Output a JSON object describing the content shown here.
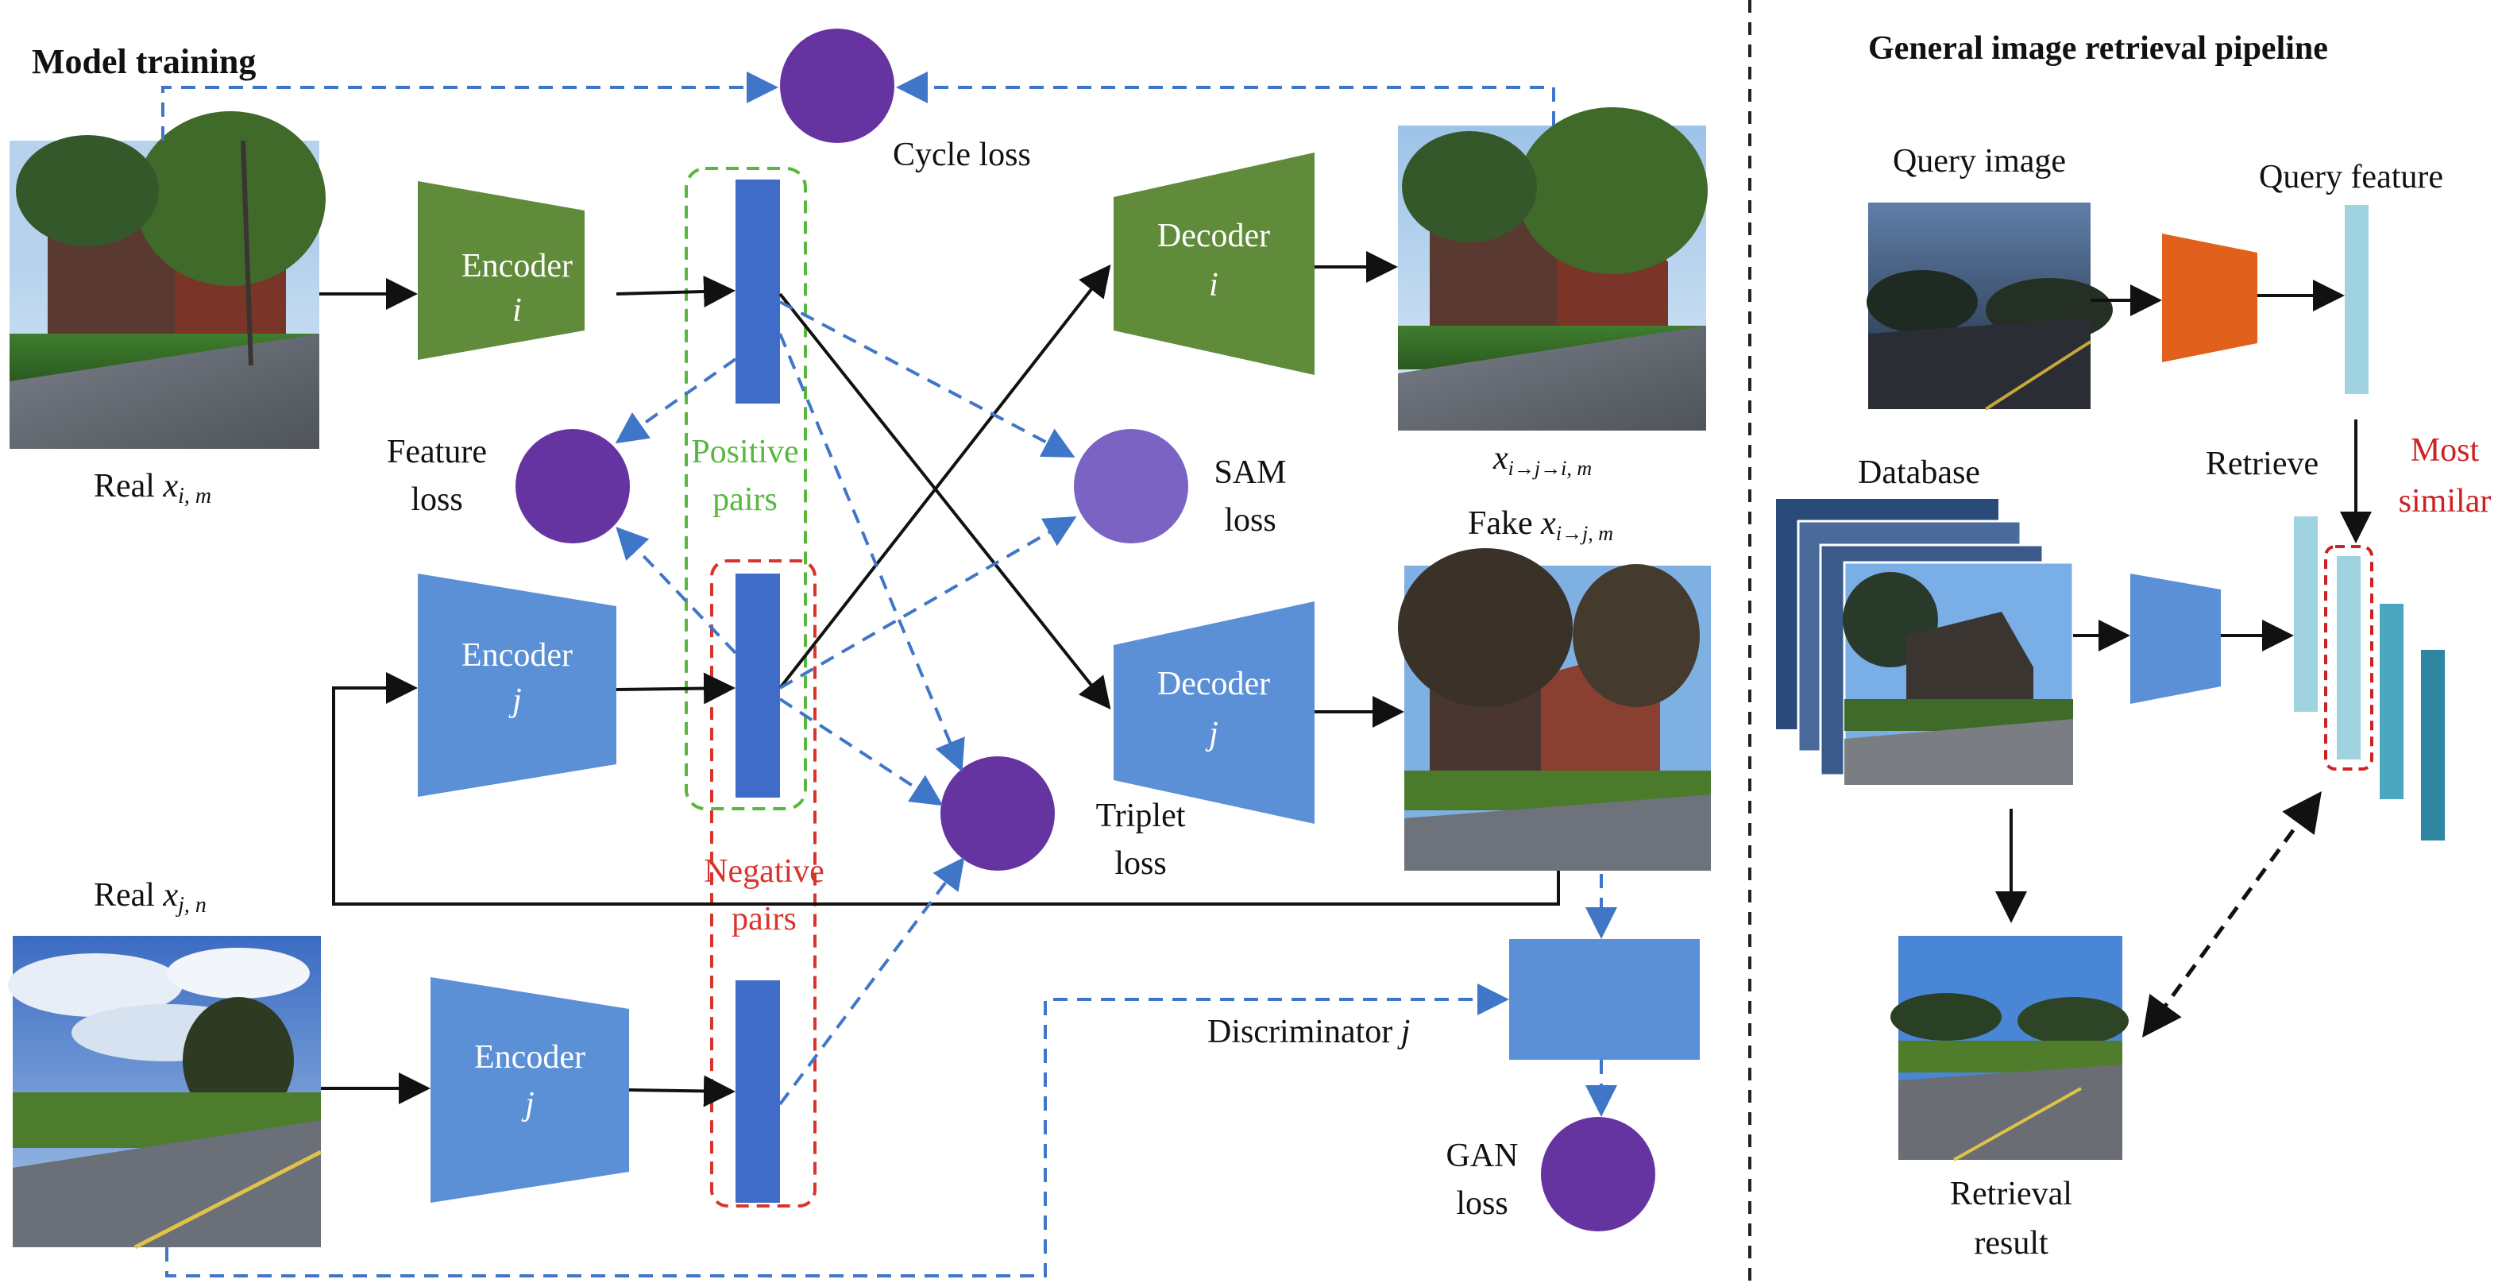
{
  "left_panel": {
    "title": "Model training",
    "inputs": {
      "real_i_prefix": "Real ",
      "real_i_var": "x",
      "real_i_sub": "i, m",
      "real_j_prefix": "Real ",
      "real_j_var": "x",
      "real_j_sub": "j, n"
    },
    "outputs": {
      "recon_var": "x",
      "recon_sub": "i→j→i, m",
      "fake_prefix": "Fake ",
      "fake_var": "x",
      "fake_sub": "i→j, m"
    },
    "encoders": [
      {
        "name": "Encoder",
        "index": "i"
      },
      {
        "name": "Encoder",
        "index": "j"
      },
      {
        "name": "Encoder",
        "index": "j"
      }
    ],
    "decoders": [
      {
        "name": "Decoder",
        "index": "i"
      },
      {
        "name": "Decoder",
        "index": "j"
      }
    ],
    "losses": {
      "cycle": "Cycle loss",
      "feature_line1": "Feature",
      "feature_line2": "loss",
      "sam_line1": "SAM",
      "sam_line2": "loss",
      "triplet_line1": "Triplet",
      "triplet_line2": "loss",
      "gan_line1": "GAN",
      "gan_line2": "loss"
    },
    "pairs": {
      "positive_line1": "Positive",
      "positive_line2": "pairs",
      "negative_line1": "Negative",
      "negative_line2": "pairs"
    },
    "discriminator": {
      "name": "Discriminator ",
      "index": "j"
    }
  },
  "right_panel": {
    "title": "General image retrieval pipeline",
    "query_image": "Query image",
    "query_feature": "Query feature",
    "database": "Database",
    "retrieve": "Retrieve",
    "most_line1": "Most",
    "most_line2": "similar",
    "retrieval_line1": "Retrieval",
    "retrieval_line2": "result"
  },
  "colors": {
    "green_encoder": "#5f8b3a",
    "blue_block": "#5b8fd6",
    "feature_bar": "#3f6cc8",
    "loss_circle": "#6634a0",
    "sam_circle": "#7a63c2",
    "dashed_blue": "#3f76c8",
    "positive_green": "#58b83d",
    "negative_red": "#d9342c",
    "query_encoder": "#e0601c",
    "teal_light": "#9fd3df",
    "teal_mid": "#4aa7bf",
    "teal_dark": "#2f86a0",
    "accent_red": "#cc2222"
  }
}
